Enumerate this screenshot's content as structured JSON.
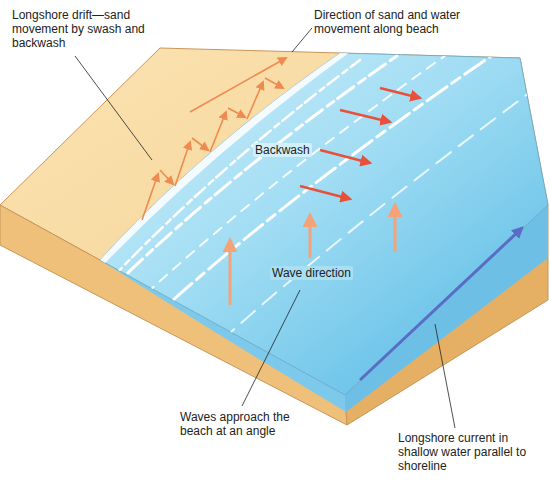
{
  "diagram": {
    "labels": [
      "Longshore drift—sand movement by swash and backwash",
      "Direction of sand and water movement along beach",
      "Backwash",
      "Wave direction",
      "Waves approach the beach at an angle",
      "Longshore current in shallow water parallel to shoreline"
    ]
  }
}
